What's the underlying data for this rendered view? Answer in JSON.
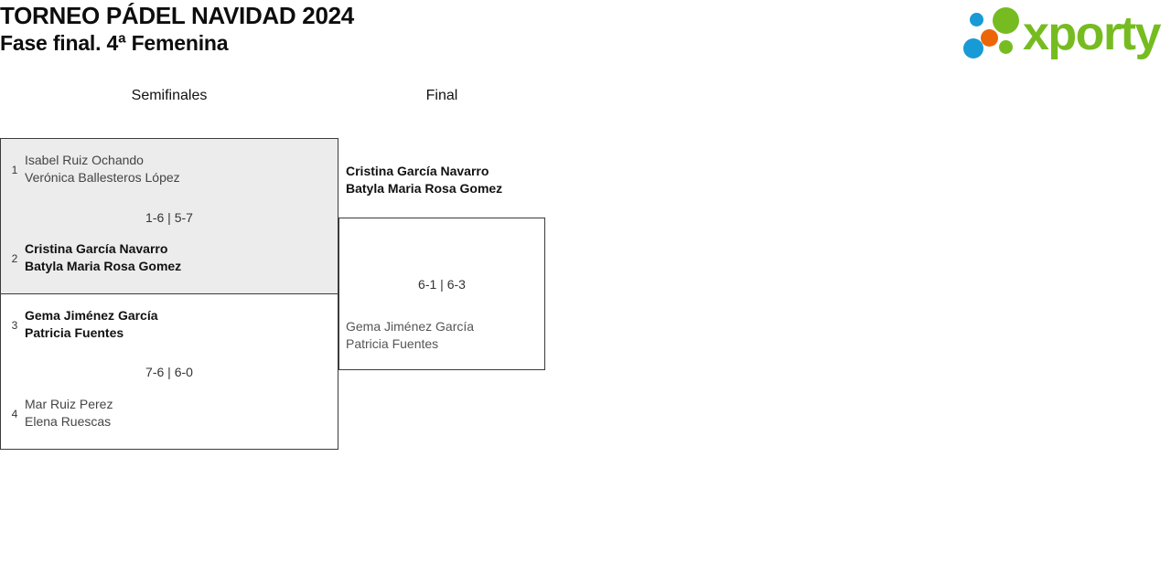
{
  "header": {
    "title_line1": "TORNEO PÁDEL NAVIDAD 2024",
    "title_line2": "Fase final. 4ª Femenina",
    "logo": {
      "text": "xporty",
      "colors": {
        "green": "#76bc21",
        "blue": "#189ad6",
        "orange": "#ec6608"
      }
    }
  },
  "bracket": {
    "rounds": [
      {
        "label": "Semifinales"
      },
      {
        "label": "Final"
      }
    ],
    "semifinals": [
      {
        "score": "1-6 | 5-7",
        "teams": [
          {
            "seed": "1",
            "player1": "Isabel Ruiz Ochando",
            "player2": "Verónica Ballesteros López",
            "winner": false
          },
          {
            "seed": "2",
            "player1": "Cristina García Navarro",
            "player2": "Batyla Maria Rosa Gomez",
            "winner": true
          }
        ]
      },
      {
        "score": "7-6 | 6-0",
        "teams": [
          {
            "seed": "3",
            "player1": "Gema Jiménez García",
            "player2": "Patricia Fuentes",
            "winner": true
          },
          {
            "seed": "4",
            "player1": "Mar Ruiz Perez",
            "player2": "Elena Ruescas",
            "winner": false
          }
        ]
      }
    ],
    "final": {
      "score": "6-1 | 6-3",
      "teams": [
        {
          "player1": "Cristina García Navarro",
          "player2": "Batyla Maria Rosa Gomez",
          "winner": true
        },
        {
          "player1": "Gema Jiménez García",
          "player2": "Patricia Fuentes",
          "winner": false
        }
      ]
    }
  }
}
